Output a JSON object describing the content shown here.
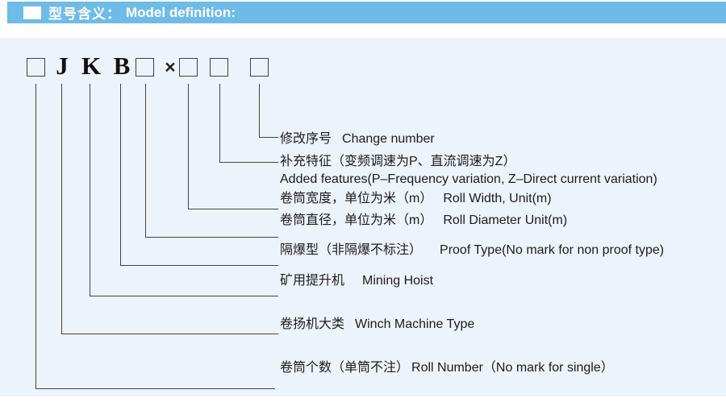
{
  "header": {
    "title_zh": "型号含义：",
    "title_en": "Model definition:"
  },
  "model_code": {
    "letters": [
      "J",
      "K",
      "B"
    ],
    "multiply_sign": "×"
  },
  "labels": [
    {
      "zh": "修改序号",
      "en": "Change number"
    },
    {
      "zh": "补充特征（变频调速为P、直流调速为Z）",
      "en": "Added features(P–Frequency variation, Z–Direct current variation)"
    },
    {
      "zh": "卷筒宽度，单位为米（m）",
      "en": "Roll Width, Unit(m)"
    },
    {
      "zh": "卷筒直径，单位为米（m）",
      "en": "Roll Diameter Unit(m)"
    },
    {
      "zh": "隔爆型（非隔爆不标注）",
      "en": "Proof Type(No mark for non proof type)"
    },
    {
      "zh": "矿用提升机",
      "en": "Mining Hoist"
    },
    {
      "zh": "卷扬机大类",
      "en": "Winch Machine Type"
    },
    {
      "zh": "卷筒个数（单筒不注）",
      "en": "Roll Number（No mark for single）"
    }
  ],
  "colors": {
    "header_bar": "#6fbbe8",
    "background": "#edf3fa",
    "line": "#434343",
    "text": "#1c1c1c"
  }
}
